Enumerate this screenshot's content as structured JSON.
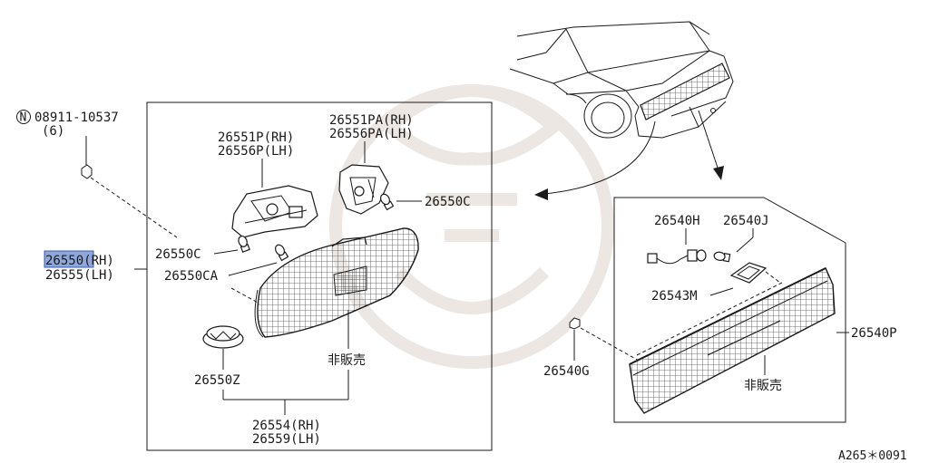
{
  "labels": {
    "bolt_code": "08911-10537",
    "bolt_qty": "(6)",
    "bolt_prefix": "N",
    "asm_rh": "26550(RH)",
    "asm_lh": "26555(LH)",
    "housing_rh": "26551P(RH)",
    "housing_lh": "26556P(LH)",
    "housing2_rh": "26551PA(RH)",
    "housing2_lh": "26556PA(LH)",
    "bulb_right": "26550C",
    "bulb_left": "26550C",
    "bulb_ca": "26550CA",
    "socket": "26550Z",
    "not_sold_left": "非販売",
    "lens_rh": "26554(RH)",
    "lens_lh": "26559(LH)",
    "harness": "26540H",
    "bulb_j": "26540J",
    "gasket": "26543M",
    "panel": "26540P",
    "nut": "26540G",
    "not_sold_right": "非販売",
    "figure_ref": "A265＊0091"
  },
  "colors": {
    "highlight": "#8fa8dc",
    "line": "#1a1a1a",
    "watermark": "#ece7e2"
  }
}
